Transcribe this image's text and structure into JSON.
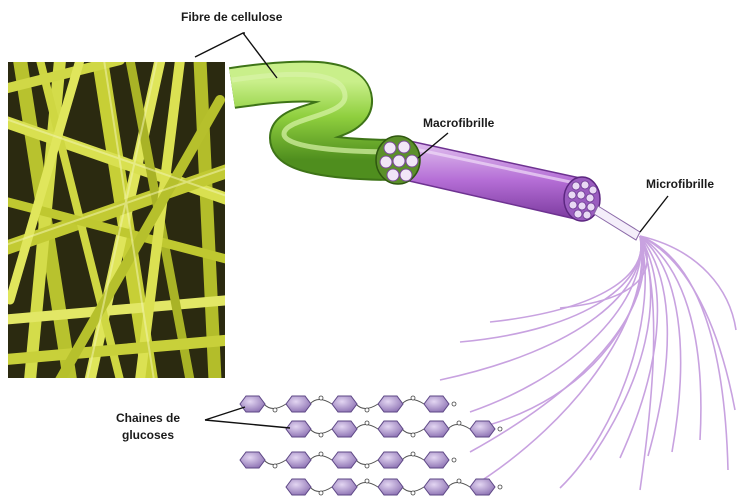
{
  "labels": {
    "fibre": "Fibre de cellulose",
    "macrofibrille": "Macrofibrille",
    "microfibrille": "Microfibrille",
    "chains_line1": "Chaines de",
    "chains_line2": "glucoses"
  },
  "colors": {
    "fibre_green": "#8fcf3e",
    "macro_purple": "#b56ed6",
    "fiber_photo_yellow": "#c9d23a",
    "strand_lilac": "#c8a2e0",
    "glucose_fill": "#a58cc6"
  },
  "glucose_chain_rows": [
    {
      "ring_count": 5
    },
    {
      "ring_count": 5
    },
    {
      "ring_count": 5
    },
    {
      "ring_count": 5
    }
  ]
}
